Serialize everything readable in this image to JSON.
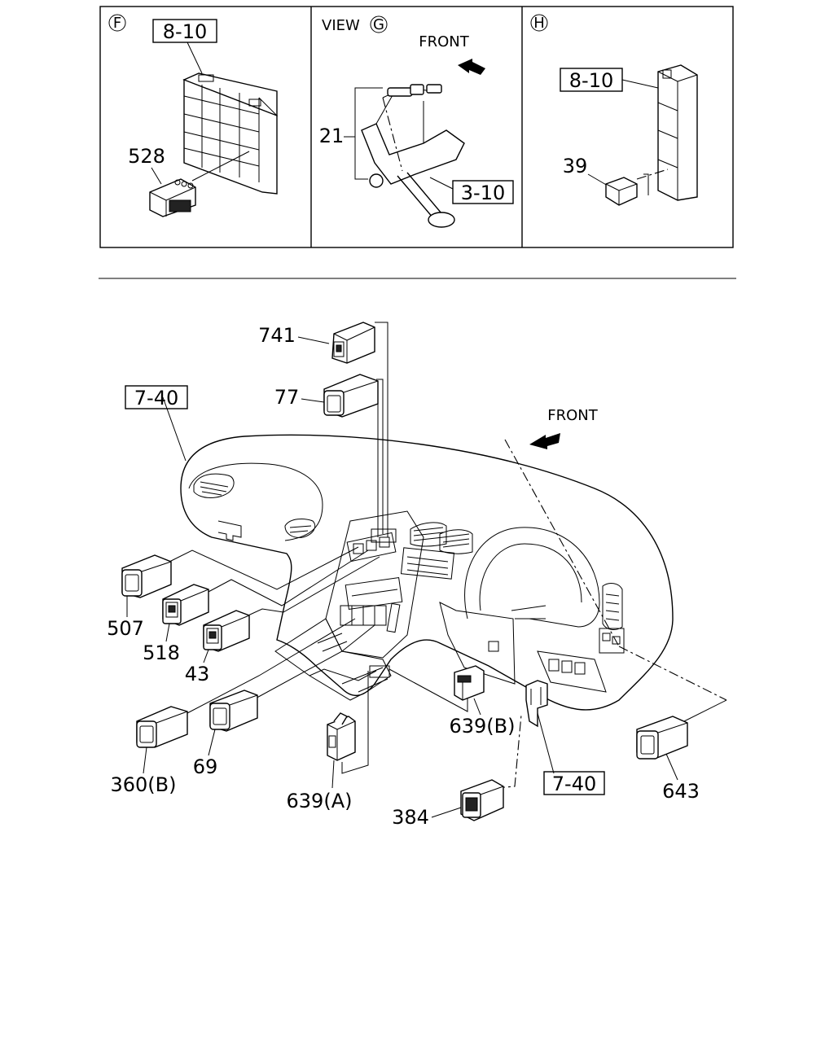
{
  "panels": {
    "f": {
      "marker": "F",
      "box_ref": "8-10",
      "callouts": [
        "528"
      ]
    },
    "g": {
      "view_label": "VIEW",
      "marker": "G",
      "front_label": "FRONT",
      "box_ref": "3-10",
      "callouts": [
        "21"
      ]
    },
    "h": {
      "marker": "H",
      "box_ref": "8-10",
      "callouts": [
        "39"
      ]
    }
  },
  "main": {
    "front_label": "FRONT",
    "box_refs": [
      "7-40",
      "7-40"
    ],
    "callouts": {
      "p741": "741",
      "p77": "77",
      "p507": "507",
      "p518": "518",
      "p43": "43",
      "p360b": "360(B)",
      "p69": "69",
      "p639a": "639(A)",
      "p639b": "639(B)",
      "p384": "384",
      "p643": "643"
    }
  }
}
